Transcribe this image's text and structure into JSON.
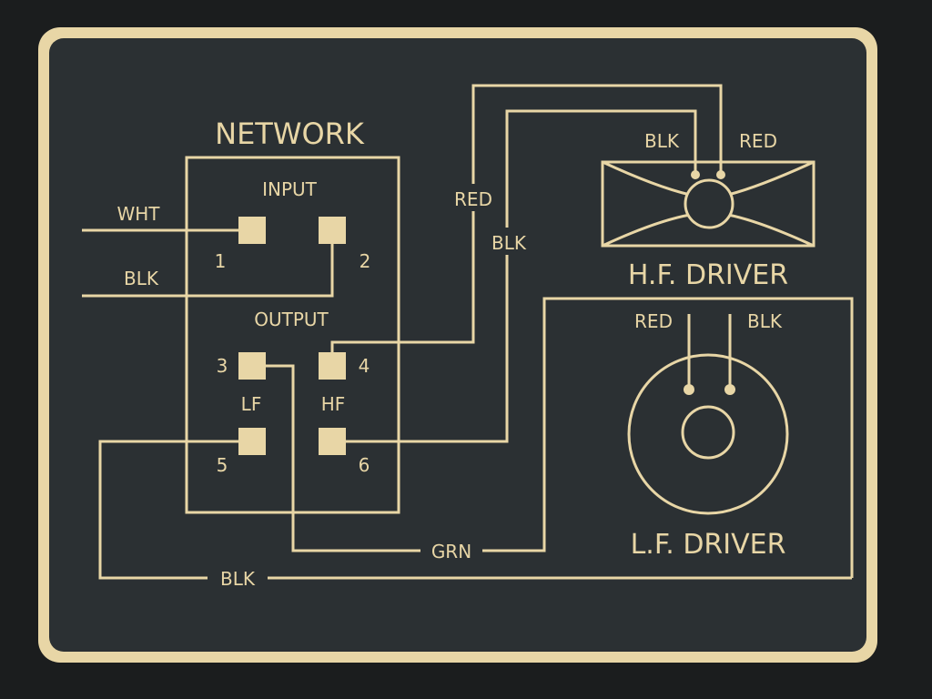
{
  "colors": {
    "gold": "#e8d6a6",
    "plate": "#2b3033",
    "backdrop": "#1b1d1e"
  },
  "network": {
    "title": "NETWORK",
    "input_label": "INPUT",
    "output_label": "OUTPUT",
    "lf_label": "LF",
    "hf_label": "HF",
    "terminals": [
      "1",
      "2",
      "3",
      "4",
      "5",
      "6"
    ]
  },
  "wires": {
    "wht": "WHT",
    "input_blk": "BLK",
    "hf_red": "RED",
    "hf_blk": "BLK",
    "grn": "GRN",
    "bottom_blk": "BLK"
  },
  "hf_driver": {
    "title": "H.F. DRIVER",
    "left_label": "BLK",
    "right_label": "RED"
  },
  "lf_driver": {
    "title": "L.F. DRIVER",
    "left_label": "RED",
    "right_label": "BLK"
  }
}
